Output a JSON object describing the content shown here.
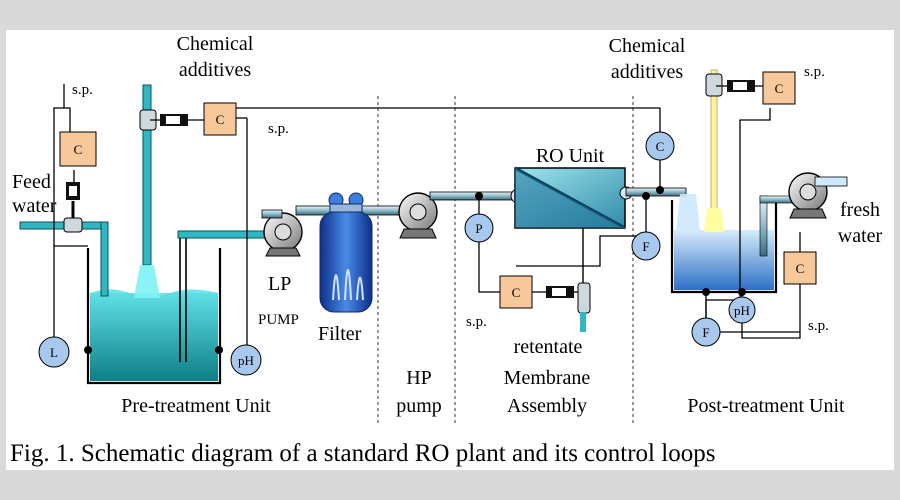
{
  "labels": {
    "chem_left_1": "Chemical",
    "chem_left_2": "additives",
    "chem_right_1": "Chemical",
    "chem_right_2": "additives",
    "sp": "s.p.",
    "feed_1": "Feed",
    "feed_2": "water",
    "lp": "LP",
    "pump_caps": "PUMP",
    "filter": "Filter",
    "hp_1": "HP",
    "hp_2": "pump",
    "ro_unit": "RO Unit",
    "retentate": "retentate",
    "membrane": "Membrane",
    "assembly": "Assembly",
    "pretreat": "Pre-treatment Unit",
    "posttreat": "Post-treatment Unit",
    "fresh_1": "fresh",
    "fresh_2": "water"
  },
  "controllers": {
    "c": "C",
    "l": "L",
    "ph": "pH",
    "p": "P",
    "f": "F"
  },
  "caption": "Fig. 1.  Schematic diagram of a standard RO plant and its control loops",
  "colors": {
    "water": "#2fb8c2",
    "controller_box": "#f6c89a",
    "sensor_circle": "#a9c8ee",
    "filter": "#2a5fc2"
  }
}
